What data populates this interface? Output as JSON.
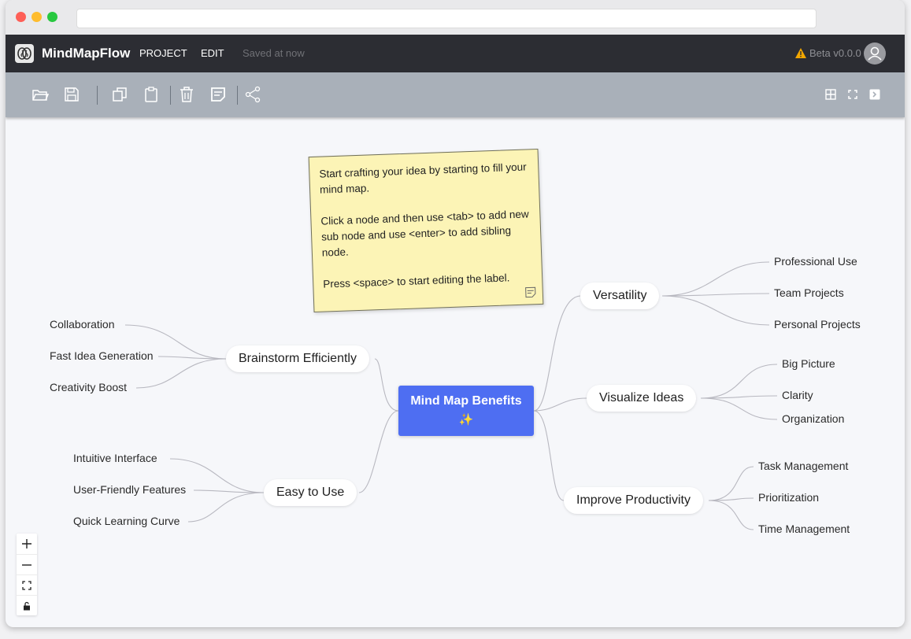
{
  "app": {
    "name": "MindMapFlow",
    "menu": [
      "PROJECT",
      "EDIT"
    ],
    "save_status": "Saved at now",
    "version": "Beta v0.0.0"
  },
  "toolbar": {
    "icons": [
      "open-folder-icon",
      "save-icon",
      "copy-icon",
      "paste-icon",
      "delete-icon",
      "note-icon",
      "share-icon"
    ],
    "right_icons": [
      "grid-icon",
      "fit-screen-icon",
      "sidebar-toggle-icon"
    ]
  },
  "note": {
    "line1": "Start crafting your idea by starting to fill your mind map.",
    "line2": "Click a node and then use <tab> to add new sub node and use <enter> to add sibling node.",
    "line3": "Press <space>  to start editing the label."
  },
  "mindmap": {
    "root": {
      "label": "Mind Map Benefits",
      "emoji": "✨"
    },
    "branches": [
      {
        "label": "Versatility",
        "children": [
          "Professional Use",
          "Team Projects",
          "Personal Projects"
        ]
      },
      {
        "label": "Visualize Ideas",
        "children": [
          "Big Picture",
          "Clarity",
          "Organization"
        ]
      },
      {
        "label": "Improve Productivity",
        "children": [
          "Task Management",
          "Prioritization",
          "Time Management"
        ]
      },
      {
        "label": "Brainstorm Efficiently",
        "children": [
          "Collaboration",
          "Fast Idea Generation",
          "Creativity Boost"
        ]
      },
      {
        "label": "Easy to Use",
        "children": [
          "Intuitive Interface",
          "User-Friendly Features",
          "Quick Learning Curve"
        ]
      }
    ]
  },
  "zoom_controls": [
    "zoom-in-icon",
    "zoom-out-icon",
    "fit-view-icon",
    "lock-icon"
  ],
  "colors": {
    "appbar": "#2c2d33",
    "toolbar": "#a9b0b9",
    "root": "#4e6ef2",
    "note": "#fcf4b6",
    "canvas": "#f6f7fa"
  }
}
